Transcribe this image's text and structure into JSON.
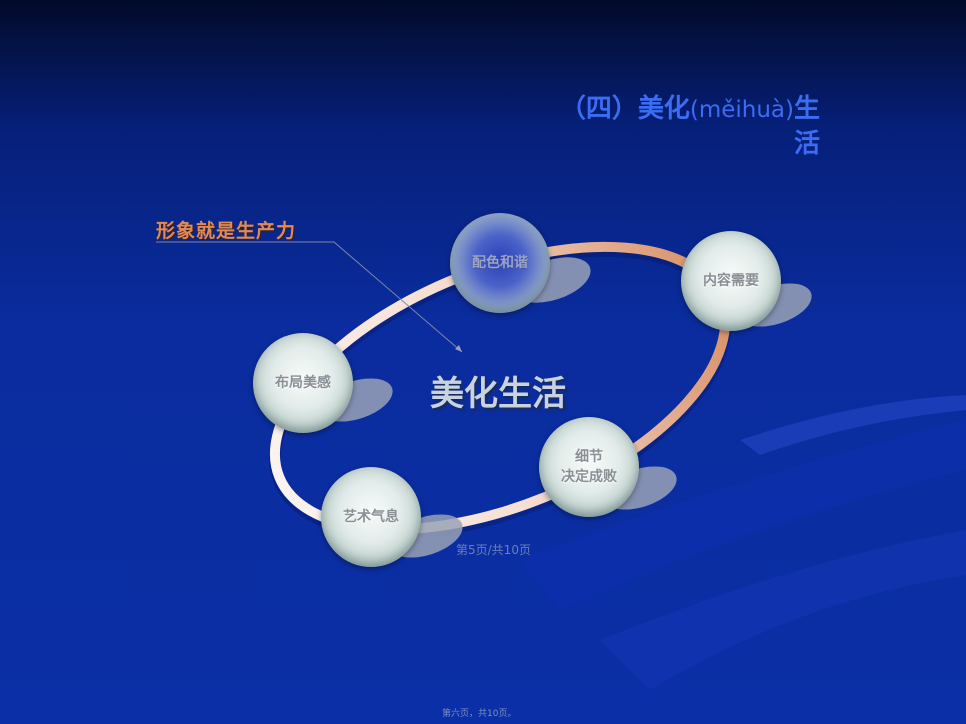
{
  "slide": {
    "title_line1_prefix": "（四）美化",
    "title_line1_pinyin": "(měihuà)",
    "title_line1_suffix": "生",
    "title_line2": "活",
    "callout": "形象就是生产力",
    "center": "美化生活",
    "nodes": {
      "color": "配色和谐",
      "content": "内容需要",
      "layout": "布局美感",
      "detail_line1": "细节",
      "detail_line2": "决定成败",
      "art": "艺术气息"
    },
    "page_number": "第5页/共10页",
    "footer": "第六页，共10页。"
  },
  "colors": {
    "title": "#3b6cf2",
    "callout": "#e08a5a",
    "ring": "#e8b6a0",
    "background": "#0b2fa6"
  }
}
